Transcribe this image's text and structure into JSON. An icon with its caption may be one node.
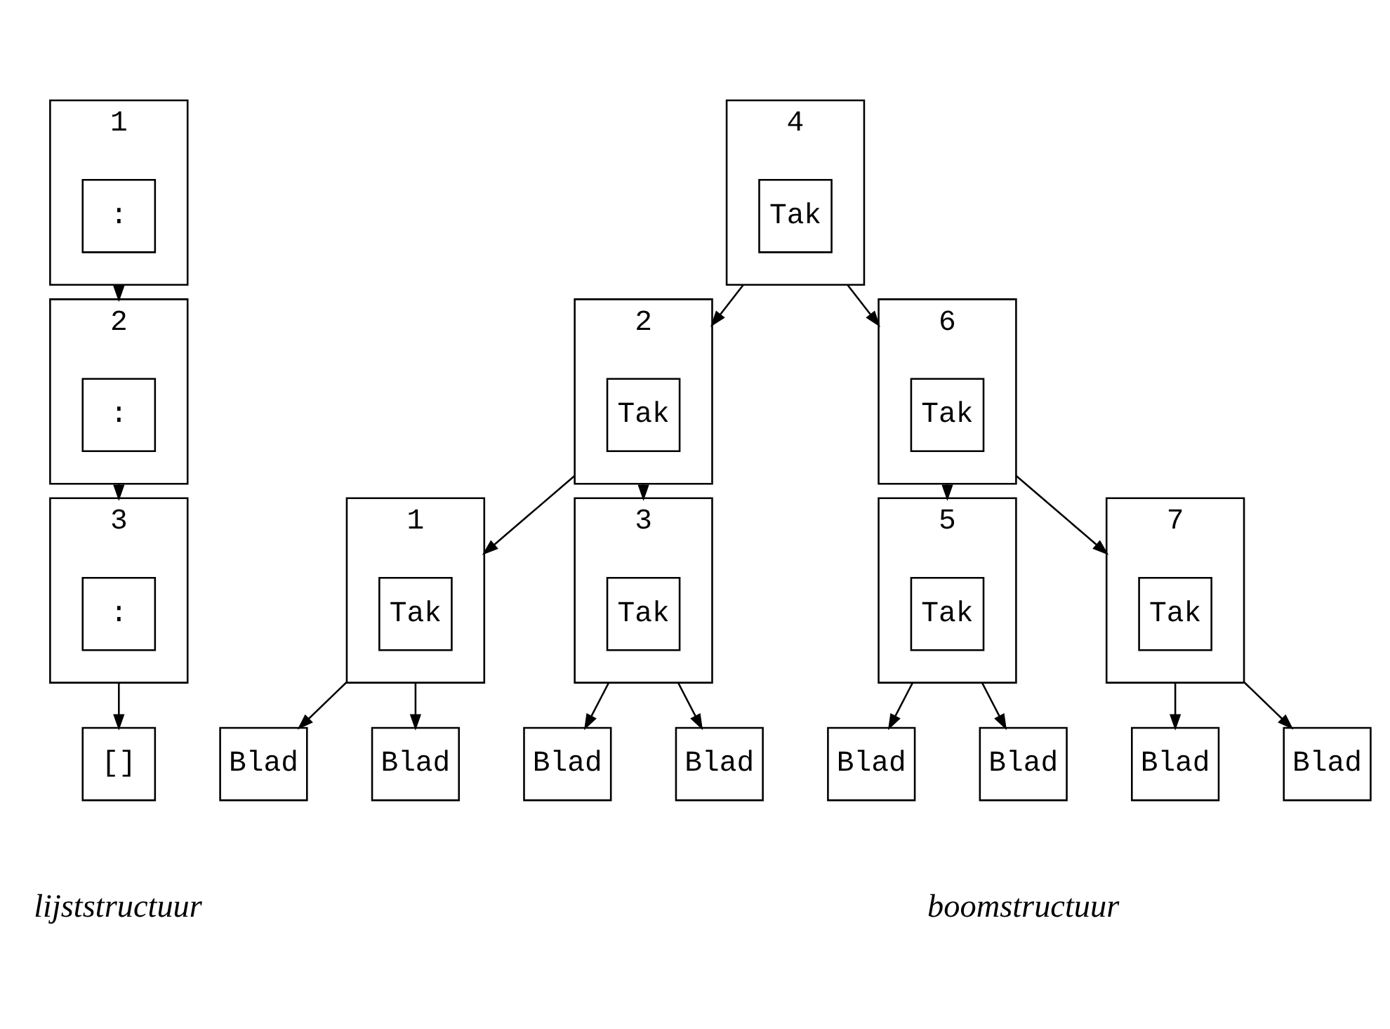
{
  "diagram": {
    "nodes": [
      {
        "text": [
          "1"
        ]
      },
      {
        "text": [
          ":"
        ],
        "in": 0
      },
      {
        "text": [
          "2"
        ]
      },
      {
        "text": [
          ":"
        ],
        "in": 2
      },
      {
        "text": [
          "3"
        ]
      },
      {
        "text": [
          ":"
        ],
        "in": 4
      },
      {
        "text": [
          "[]"
        ]
      },
      {
        "text": [
          "4"
        ]
      },
      {
        "text": [
          "Tak"
        ],
        "in": 7
      },
      {
        "text": [
          "2"
        ]
      },
      {
        "text": [
          "Tak"
        ],
        "in": 9
      },
      {
        "text": [
          "6"
        ]
      },
      {
        "text": [
          "Tak"
        ],
        "in": 11
      },
      {
        "text": [
          "1"
        ]
      },
      {
        "text": [
          "Tak"
        ],
        "in": 13
      },
      {
        "text": [
          "3"
        ]
      },
      {
        "text": [
          "Tak"
        ],
        "in": 15
      },
      {
        "text": [
          "5"
        ]
      },
      {
        "text": [
          "Tak"
        ],
        "in": 17
      },
      {
        "text": [
          "7"
        ]
      },
      {
        "text": [
          "Tak"
        ],
        "in": 19
      },
      {
        "text": [
          "Blad"
        ]
      },
      {
        "text": [
          "Blad"
        ]
      },
      {
        "text": [
          "Blad"
        ]
      },
      {
        "text": [
          "Blad"
        ]
      },
      {
        "text": [
          "Blad"
        ]
      },
      {
        "text": [
          "Blad"
        ]
      },
      {
        "text": [
          "Blad"
        ]
      },
      {
        "text": [
          "Blad"
        ]
      }
    ],
    "edges": [
      {
        "from": 0,
        "to": 2,
        "arrow": "to"
      },
      {
        "from": 2,
        "to": 4,
        "arrow": "to"
      },
      {
        "from": 4,
        "to": 6,
        "arrow": "to"
      },
      {
        "from": 7,
        "to": 9,
        "arrow": "to"
      },
      {
        "from": 7,
        "to": 11,
        "arrow": "to"
      },
      {
        "from": 9,
        "to": 13,
        "arrow": "to"
      },
      {
        "from": 9,
        "to": 15,
        "arrow": "to"
      },
      {
        "from": 11,
        "to": 17,
        "arrow": "to"
      },
      {
        "from": 11,
        "to": 19,
        "arrow": "to"
      },
      {
        "from": 13,
        "to": 21,
        "arrow": "to"
      },
      {
        "from": 13,
        "to": 22,
        "arrow": "to"
      },
      {
        "from": 15,
        "to": 23,
        "arrow": "to"
      },
      {
        "from": 15,
        "to": 24,
        "arrow": "to"
      },
      {
        "from": 17,
        "to": 25,
        "arrow": "to"
      },
      {
        "from": 17,
        "to": 26,
        "arrow": "to"
      },
      {
        "from": 19,
        "to": 27,
        "arrow": "to"
      },
      {
        "from": 19,
        "to": 28,
        "arrow": "to"
      }
    ],
    "labels": [
      "lijststructuur",
      "boomstructuur"
    ]
  }
}
